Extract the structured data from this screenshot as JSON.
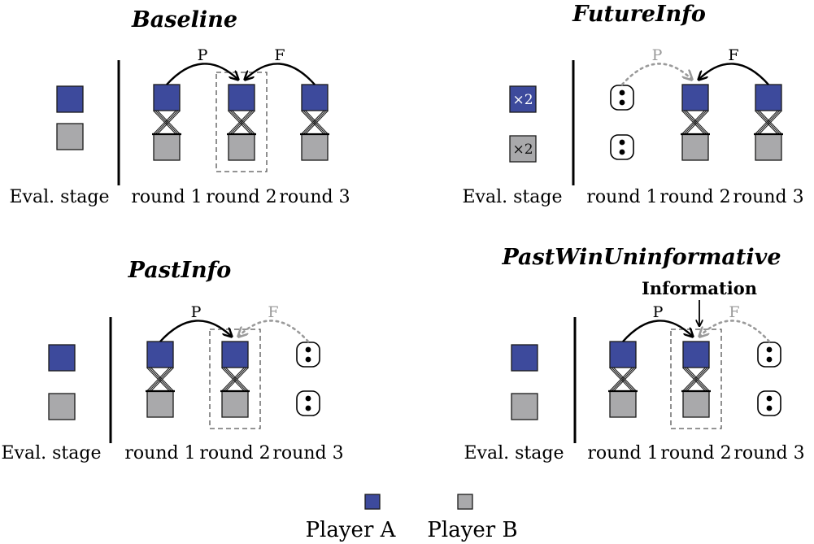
{
  "colors": {
    "player_a": "#3d4a9c",
    "player_b": "#a9a9ab",
    "faded": "#9a9a9a",
    "ink": "#000000"
  },
  "panels": [
    {
      "title": "Baseline",
      "stage_label": "Eval. stage",
      "rounds": [
        "round 1",
        "round 2",
        "round 3"
      ],
      "stage_multiplier": null,
      "round_contents": [
        "match",
        "match",
        "match"
      ],
      "highlight_round": 2,
      "arrows": [
        {
          "label": "P",
          "from_round": 1,
          "style": "solid"
        },
        {
          "label": "F",
          "from_round": 3,
          "style": "solid"
        }
      ],
      "info_label": null
    },
    {
      "title": "FutureInfo",
      "stage_label": "Eval. stage",
      "rounds": [
        "round 1",
        "round 2",
        "round 3"
      ],
      "stage_multiplier": "×2",
      "round_contents": [
        "dots",
        "match",
        "match"
      ],
      "highlight_round": null,
      "arrows": [
        {
          "label": "P",
          "from_round": 1,
          "style": "dotted"
        },
        {
          "label": "F",
          "from_round": 3,
          "style": "solid"
        }
      ],
      "info_label": null
    },
    {
      "title": "PastInfo",
      "stage_label": "Eval. stage",
      "rounds": [
        "round 1",
        "round 2",
        "round 3"
      ],
      "stage_multiplier": null,
      "round_contents": [
        "match",
        "match",
        "dots"
      ],
      "highlight_round": 2,
      "arrows": [
        {
          "label": "P",
          "from_round": 1,
          "style": "solid"
        },
        {
          "label": "F",
          "from_round": 3,
          "style": "dotted"
        }
      ],
      "info_label": null
    },
    {
      "title": "PastWinUninformative",
      "stage_label": "Eval. stage",
      "rounds": [
        "round 1",
        "round 2",
        "round 3"
      ],
      "stage_multiplier": null,
      "round_contents": [
        "match",
        "match",
        "dots"
      ],
      "highlight_round": 2,
      "arrows": [
        {
          "label": "P",
          "from_round": 1,
          "style": "solid"
        },
        {
          "label": "F",
          "from_round": 3,
          "style": "dotted"
        }
      ],
      "info_label": "Information"
    }
  ],
  "legend": {
    "player_a_label": "Player A",
    "player_b_label": "Player B"
  }
}
